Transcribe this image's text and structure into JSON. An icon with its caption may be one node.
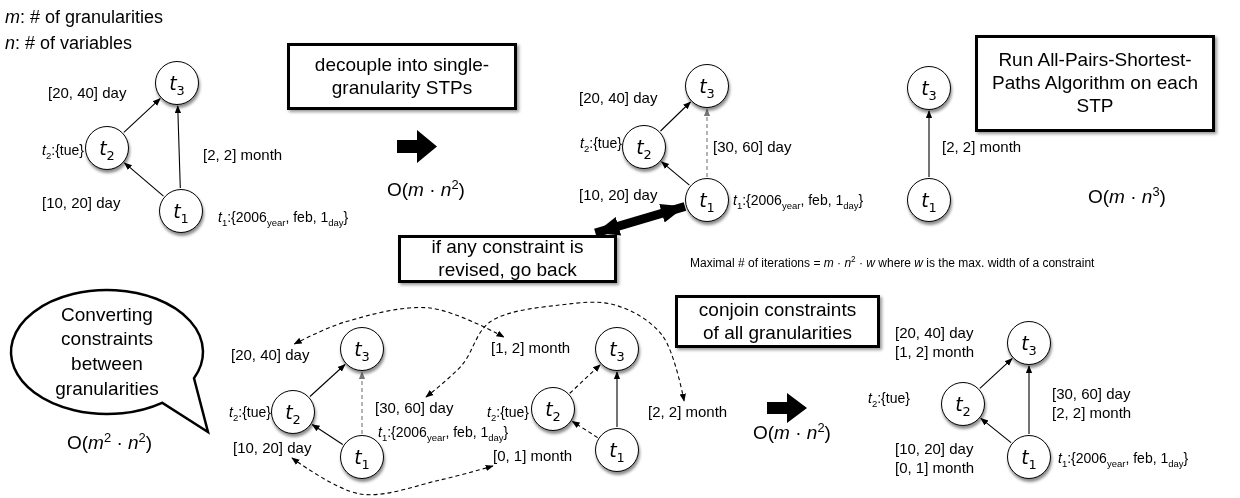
{
  "diagram": {
    "nodes": [
      {
        "text": [
          "decouple into single-granularity STPs"
        ]
      },
      {
        "text": [
          "Run All-Pairs-Shortest-Paths Algorithm on each STP"
        ]
      },
      {
        "text": [
          "*t*$_{3}$"
        ]
      },
      {
        "text": [
          "*t*$_{2}$"
        ],
        "beside": [
          "*t*$_{2}$:{tue}"
        ]
      },
      {
        "text": [
          "*t*$_{1}$"
        ],
        "beside": [
          "*t*$_{1}$:{2006$_{year}$, feb, 1$_{day}$}"
        ]
      },
      {
        "text": [
          "*t*$_{3}$"
        ]
      },
      {
        "text": [
          "*t*$_{2}$"
        ],
        "beside": [
          "*t*$_{2}$:{tue}"
        ]
      },
      {
        "text": [
          "*t*$_{1}$"
        ],
        "beside": [
          "*t*$_{1}$:{2006$_{year}$, feb, 1$_{day}$}"
        ]
      },
      {
        "text": [
          "*t*$_{3}$"
        ]
      },
      {
        "text": [
          "*t*$_{1}$"
        ]
      },
      {
        "text": [
          "if any constraint is revised, go back"
        ]
      },
      {
        "text": [
          "conjoin constraints of all granularities"
        ]
      },
      {
        "text": [
          "Converting constraints between granularities"
        ],
        "beside": [
          "O(*m*$^{2}$ · *n*$^{2}$)"
        ]
      },
      {
        "text": [
          "*t*$_{3}$"
        ]
      },
      {
        "text": [
          "*t*$_{2}$"
        ],
        "beside": [
          "*t*$_{2}$:{tue}"
        ]
      },
      {
        "text": [
          "*t*$_{1}$"
        ],
        "beside": [
          "*t*$_{1}$:{2006$_{year}$, feb, 1$_{day}$}"
        ]
      },
      {
        "text": [
          "[20, 40] day"
        ]
      },
      {
        "text": [
          "[30, 60] day"
        ]
      },
      {
        "text": [
          "[10, 20] day"
        ]
      },
      {
        "text": [
          "*t*$_{3}$"
        ]
      },
      {
        "text": [
          "*t*$_{2}$"
        ],
        "beside": [
          "*t*$_{2}$:{tue}"
        ]
      },
      {
        "text": [
          "*t*$_{1}$"
        ]
      },
      {
        "text": [
          "[1, 2] month"
        ]
      },
      {
        "text": [
          "[2, 2] month"
        ]
      },
      {
        "text": [
          "[0, 1] month"
        ]
      },
      {
        "text": [
          "*t*$_{3}$"
        ]
      },
      {
        "text": [
          "*t*$_{2}$"
        ],
        "beside": [
          "*t*$_{2}$:{tue}"
        ]
      },
      {
        "text": [
          "*t*$_{1}$"
        ],
        "beside": [
          "*t*$_{1}$:{2006$_{year}$, feb, 1$_{day}$}"
        ]
      }
    ],
    "edges": [
      {
        "from": 4,
        "to": 3,
        "arrow": "to",
        "label": "[10, 20] day"
      },
      {
        "from": 4,
        "to": 2,
        "arrow": "to",
        "label": "[2, 2] month"
      },
      {
        "from": 3,
        "to": 2,
        "arrow": "to",
        "label": "[20, 40] day"
      },
      {
        "from": 7,
        "to": 6,
        "arrow": "to",
        "label": "[10, 20] day"
      },
      {
        "from": 7,
        "to": 5,
        "arrow": "to",
        "label": "[30, 60] day",
        "style": "dashed",
        "color": "#777777"
      },
      {
        "from": 6,
        "to": 5,
        "arrow": "to",
        "label": "[20, 40] day"
      },
      {
        "from": 9,
        "to": 8,
        "arrow": "to",
        "label": "[2, 2] month"
      },
      {
        "from": 15,
        "to": 14,
        "arrow": "to"
      },
      {
        "from": 15,
        "to": 13,
        "arrow": "to",
        "style": "dashed",
        "color": "#777777"
      },
      {
        "from": 14,
        "to": 13,
        "arrow": "to"
      },
      {
        "from": 21,
        "to": 20,
        "arrow": "to",
        "style": "dashed"
      },
      {
        "from": 21,
        "to": 19,
        "arrow": "to"
      },
      {
        "from": 20,
        "to": 19,
        "arrow": "to",
        "style": "dashed"
      },
      {
        "from": 16,
        "to": 22,
        "arrow": "both",
        "style": "dashed"
      },
      {
        "from": 17,
        "to": 23,
        "arrow": "both",
        "style": "dashed"
      },
      {
        "from": 18,
        "to": 24,
        "arrow": "both",
        "style": "dashed"
      },
      {
        "from": 27,
        "to": 26,
        "arrow": "to",
        "label": "[10, 20] day [0, 1] month"
      },
      {
        "from": 27,
        "to": 25,
        "arrow": "to",
        "label": "[30, 60] day [2, 2] month"
      },
      {
        "from": 26,
        "to": 25,
        "arrow": "to",
        "label": "[20, 40] day [1, 2] month"
      },
      {
        "from": 10,
        "to": 7,
        "arrow": "both",
        "style": "thick"
      }
    ],
    "labels": [
      "*m*: # of granularities",
      "*n*: # of variables",
      "O(*m* · *n*$^{2}$)",
      "O(*m* · *n*$^{3}$)",
      "Maximal # of iterations = *m* · *n*$^{2}$ · *w* where *w* is the max. width of a constraint",
      "O(*m* · *n*$^{2}$)"
    ]
  }
}
